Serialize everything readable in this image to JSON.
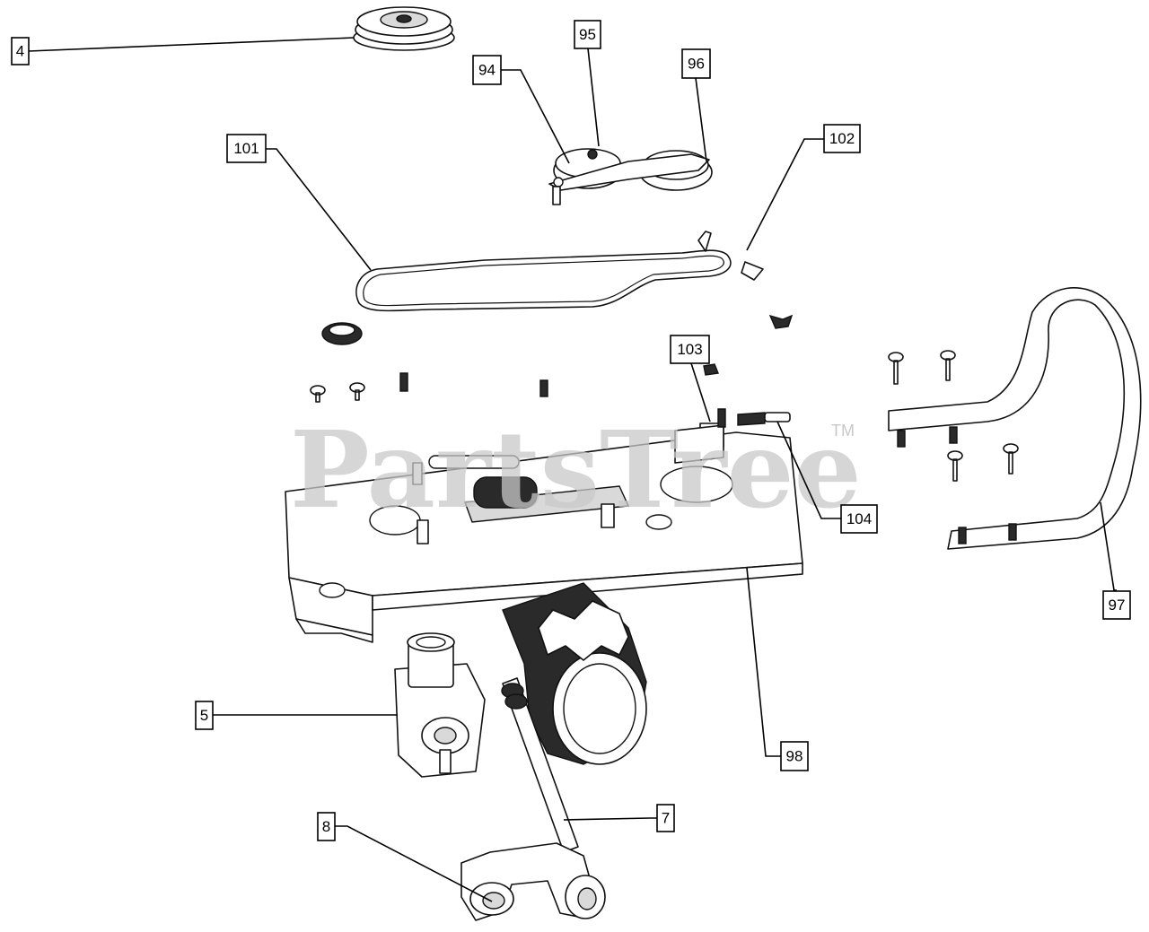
{
  "watermark": {
    "text": "PartsTree",
    "trademark": "TM"
  },
  "callouts": [
    {
      "id": "4",
      "label": "4"
    },
    {
      "id": "95",
      "label": "95"
    },
    {
      "id": "94",
      "label": "94"
    },
    {
      "id": "96",
      "label": "96"
    },
    {
      "id": "101",
      "label": "101"
    },
    {
      "id": "102",
      "label": "102"
    },
    {
      "id": "103",
      "label": "103"
    },
    {
      "id": "104",
      "label": "104"
    },
    {
      "id": "97",
      "label": "97"
    },
    {
      "id": "5",
      "label": "5"
    },
    {
      "id": "98",
      "label": "98"
    },
    {
      "id": "7",
      "label": "7"
    },
    {
      "id": "8",
      "label": "8"
    }
  ]
}
